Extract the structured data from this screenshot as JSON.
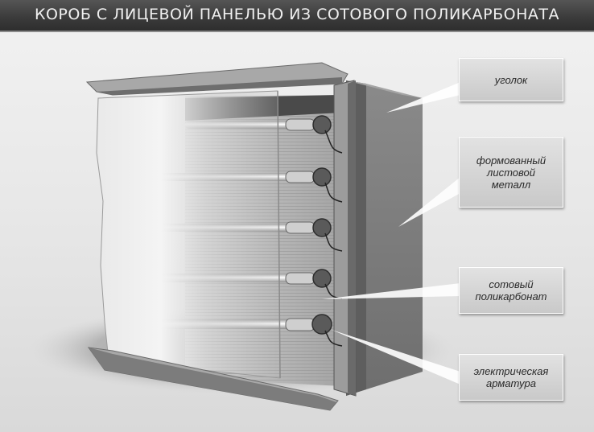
{
  "title": "КОРОБ С ЛИЦЕВОЙ ПАНЕЛЬЮ ИЗ СОТОВОГО ПОЛИКАРБОНАТА",
  "labels": {
    "corner": "уголок",
    "sheet_metal": "формованный\nлистовой\nметалл",
    "polycarbonate": "сотовый\nполикарбонат",
    "electrical": "электрическая\nарматура"
  },
  "colors": {
    "title_bg": "#3a3a3a",
    "title_text": "#f0f0f0",
    "callout_bg": "#d4d4d4",
    "box_side": "#7a7a7a",
    "tube_socket": "#5a5a5a"
  }
}
